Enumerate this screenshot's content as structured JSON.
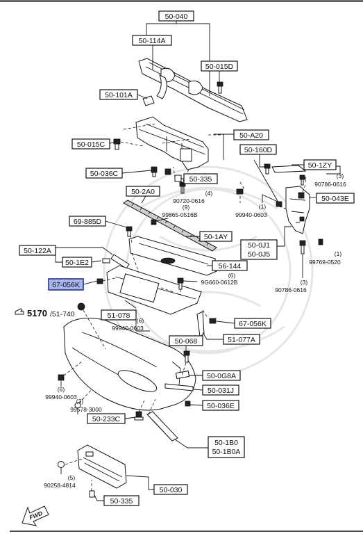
{
  "labels": {
    "l_50_040": "50-040",
    "l_50_114A": "50-114A",
    "l_50_015D": "50-015D",
    "l_50_101A": "50-101A",
    "l_50_A20": "50-A20",
    "l_50_015C": "50-015C",
    "l_50_160D": "50-160D",
    "l_50_1ZY": "50-1ZY",
    "l_50_036C": "50-036C",
    "l_50_335_top": "50-335",
    "l_50_043E": "50-043E",
    "l_50_2A0": "50-2A0",
    "l_69_885D": "69-885D",
    "l_50_1AY": "50-1AY",
    "l_50_0J1": "50-0J1",
    "l_50_0J5": "50-0J5",
    "l_50_122A": "50-122A",
    "l_50_1E2": "50-1E2",
    "l_56_144": "56-144",
    "l_67_056K_left": "67-056K",
    "l_51_078": "51-078",
    "l_67_056K_right": "67-056K",
    "l_51_077A": "51-077A",
    "l_50_068": "50-068",
    "l_50_0G8A": "50-0G8A",
    "l_50_031J": "50-031J",
    "l_50_036E": "50-036E",
    "l_50_233C": "50-233C",
    "l_50_1B0": "50-1B0",
    "l_50_1B0A": "50-1B0A",
    "l_50_030": "50-030",
    "l_50_335_bottom": "50-335"
  },
  "callouts": {
    "c_90786_0616_a_qty": "(3)",
    "c_90786_0616_a": "90786-0616",
    "c_90720_0616_qty": "(4)",
    "c_90720_0616": "90720-0616",
    "c_99865_0516B_qty": "(9)",
    "c_99865_0516B": "99865-0516B",
    "c_99940_0603_a_qty": "(1)",
    "c_99940_0603_a": "99940-0603",
    "c_99769_0520_qty": "(1)",
    "c_99769_0520": "99769-0520",
    "c_9G660_qty": "(6)",
    "c_9G660": "9G660-0612B",
    "c_90786_0616_b_qty": "(3)",
    "c_90786_0616_b": "90786-0616",
    "c_99940_0603_b_qty": "(6)",
    "c_99940_0603_b": "99940-0603",
    "c_99940_0603_c_qty": "(6)",
    "c_99940_0603_c": "99940-0603",
    "c_99578_3000_qty": "(2)",
    "c_99578_3000": "99578-3000",
    "c_90258_4814_qty": "(5)",
    "c_90258_4814": "90258-4814"
  },
  "reference": {
    "section_number": "5170",
    "section_suffix": "/51-740",
    "arrow_icon": "hand-pointer-icon"
  },
  "direction": {
    "label": "FWD"
  },
  "colors": {
    "highlight_fill": "#a8b4ee",
    "highlight_stroke": "#26308c",
    "line": "#111111",
    "watermark": "#e6e6e6"
  }
}
